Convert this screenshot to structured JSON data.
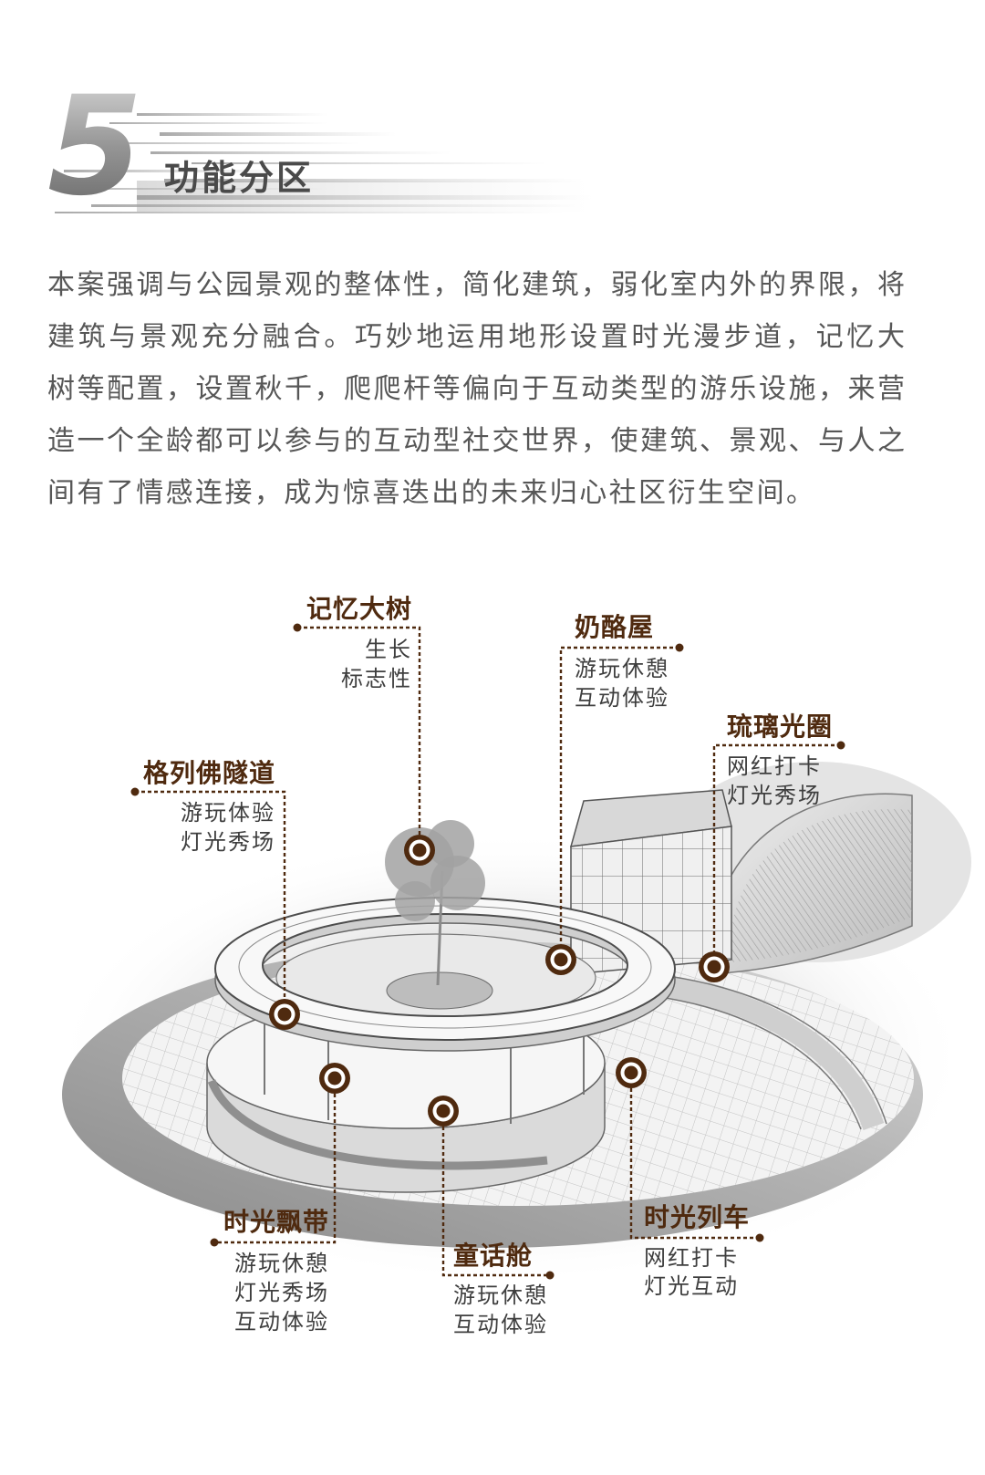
{
  "header": {
    "number": "5",
    "title": "功能分区"
  },
  "intro": {
    "lines": [
      "本案强调与公园景观的整体性，简化建筑，弱化室内外的界限，将",
      "建筑与景观充分融合。巧妙地运用地形设置时光漫步道，记忆大",
      "树等配置，设置秋千，爬爬杆等偏向于互动类型的游乐设施，来营",
      "造一个全龄都可以参与的互动型社交世界，使建筑、景观、与人之",
      "间有了情感连接，成为惊喜迭出的未来归心社区衍生空间。"
    ]
  },
  "callouts": {
    "memory_tree": {
      "title": "记忆大树",
      "lines": [
        "生长",
        "标志性"
      ]
    },
    "cheese_house": {
      "title": "奶酪屋",
      "lines": [
        "游玩休憩",
        "互动体验"
      ]
    },
    "glass_halo": {
      "title": "琉璃光圈",
      "lines": [
        "网红打卡",
        "灯光秀场"
      ]
    },
    "gulliver_tunnel": {
      "title": "格列佛隧道",
      "lines": [
        "游玩体验",
        "灯光秀场"
      ]
    },
    "time_ribbon": {
      "title": "时光飘带",
      "lines": [
        "游玩休憩",
        "灯光秀场",
        "互动体验"
      ]
    },
    "fairy_cabin": {
      "title": "童话舱",
      "lines": [
        "游玩休憩",
        "互动体验"
      ]
    },
    "time_train": {
      "title": "时光列车",
      "lines": [
        "网红打卡",
        "灯光互动"
      ]
    }
  },
  "colors": {
    "accent": "#4f2a0f",
    "body_text": "#575757",
    "heading": "#4a4a4a",
    "callout_text": "#3e3e3e",
    "illustration_gray": "#a8a8a8"
  }
}
